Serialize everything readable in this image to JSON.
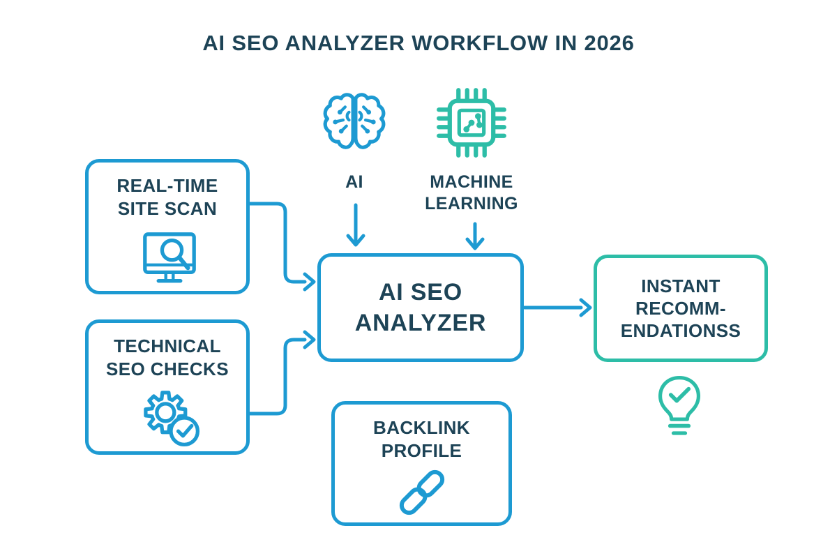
{
  "title": "AI SEO ANALYZER WORKFLOW IN 2026",
  "colors": {
    "blue": "#1d9ad2",
    "teal": "#2dbda7",
    "navy": "#1d4356",
    "background": "#ffffff"
  },
  "top_inputs": [
    {
      "id": "ai",
      "icon": "brain-icon",
      "lines": [
        "AI"
      ]
    },
    {
      "id": "machine-learning",
      "icon": "chip-icon",
      "lines": [
        "MACHINE",
        "LEARNING"
      ]
    }
  ],
  "nodes": {
    "real_time": {
      "icon": "monitor-search-icon",
      "lines": [
        "REAL-TIME",
        "SITE SCAN"
      ]
    },
    "technical": {
      "icon": "gear-check-icon",
      "lines": [
        "TECHNICAL",
        "SEO CHECKS"
      ]
    },
    "analyzer": {
      "lines": [
        "AI SEO",
        "ANALYZER"
      ]
    },
    "output": {
      "icon": "lightbulb-check-icon",
      "lines": [
        "INSTANT",
        "RECOMM-",
        "ENDATIONSS"
      ]
    },
    "backlink": {
      "icon": "chain-link-icon",
      "lines": [
        "BACKLINK",
        "PROFILE"
      ]
    }
  },
  "flow": {
    "edges": [
      {
        "from": "AI",
        "to": "AI SEO ANALYZER"
      },
      {
        "from": "MACHINE LEARNING",
        "to": "AI SEO ANALYZER"
      },
      {
        "from": "REAL-TIME SITE SCAN",
        "to": "AI SEO ANALYZER"
      },
      {
        "from": "TECHNICAL SEO CHECKS",
        "to": "AI SEO ANALYZER"
      },
      {
        "from": "AI SEO ANALYZER",
        "to": "INSTANT RECOMMENDATIONSS"
      }
    ]
  }
}
